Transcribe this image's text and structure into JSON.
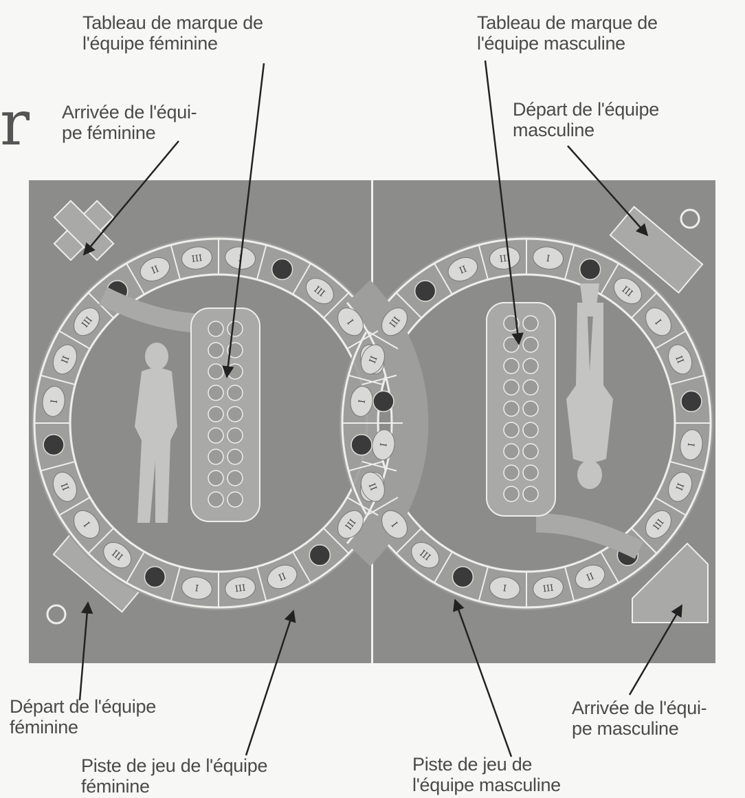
{
  "labels": {
    "top_left": "Tableau de marque de\nl'équipe féminine",
    "top_right": "Tableau de marque de\nl'équipe masculine",
    "arrive_fem_top": "Arrivée de l'équi-\npe féminine",
    "depart_masc_top": "Départ de l'équipe\nmasculine",
    "depart_fem_bottom": "Départ de l'équipe\nféminine",
    "arrive_masc_bottom": "Arrivée de l'équi-\npe masculine",
    "piste_fem": "Piste de jeu de l'équipe\nféminine",
    "piste_masc": "Piste de jeu de\nl'équipe masculine"
  },
  "corner_glyph": "r",
  "board": {
    "panel_color": "#8c8c8a",
    "ring_color": "#a9a9a7",
    "cell_color": "#d9d9d7",
    "line_color": "#eeeeea",
    "figure_color": "#c4c4c2",
    "roman": [
      "I",
      "II",
      "III"
    ]
  }
}
